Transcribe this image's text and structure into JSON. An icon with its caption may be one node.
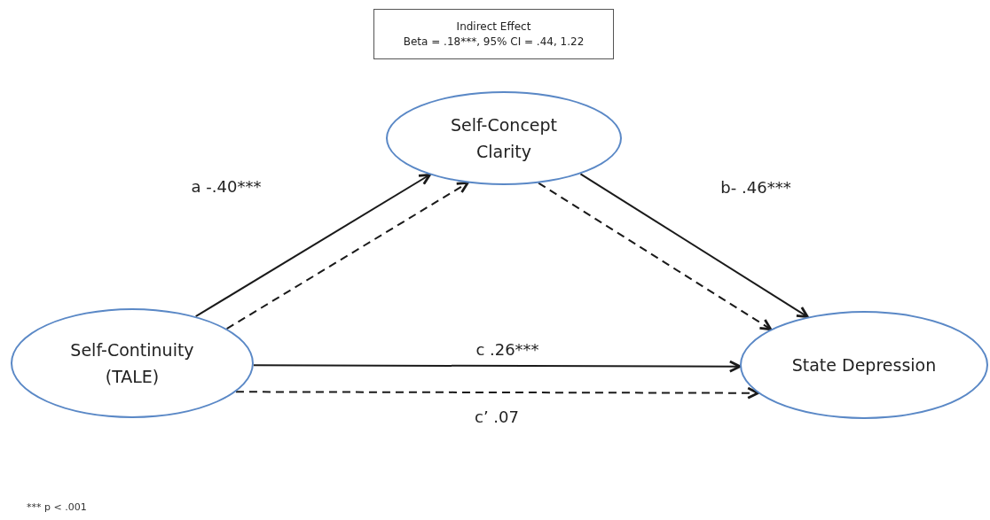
{
  "diagram": {
    "nodes": [
      {
        "text": [
          "Indirect Effect",
          "Beta = .18***, 95% CI = .44, 1.22"
        ]
      },
      {
        "text": [
          "Self-Concept Clarity"
        ]
      },
      {
        "text": [
          "Self-Continuity (TALE)"
        ]
      },
      {
        "text": [
          "State Depression"
        ]
      }
    ],
    "edges": [
      {
        "from": 2,
        "to": 1,
        "arrow": "to",
        "label": "a -.40***"
      },
      {
        "from": 2,
        "to": 1,
        "arrow": "to",
        "style": "dashed"
      },
      {
        "from": 1,
        "to": 3,
        "arrow": "to",
        "label": "b- .46***"
      },
      {
        "from": 1,
        "to": 3,
        "arrow": "to",
        "style": "dashed"
      },
      {
        "from": 2,
        "to": 3,
        "arrow": "to",
        "label": "c .26***"
      },
      {
        "from": 2,
        "to": 3,
        "arrow": "to",
        "style": "dashed",
        "label": "c’ .07"
      }
    ],
    "labels": [
      "*** p < .001"
    ]
  }
}
